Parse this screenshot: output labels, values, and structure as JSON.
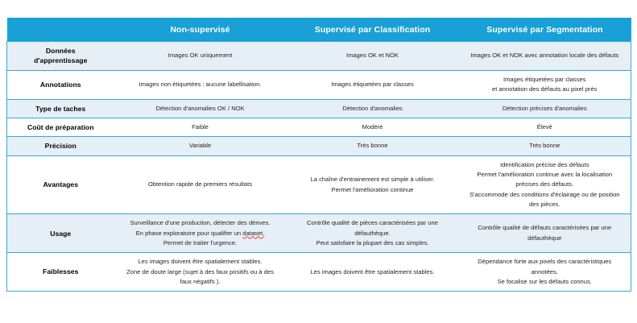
{
  "table": {
    "accent_color": "#18a0d7",
    "rule_color": "#34a9dd",
    "shade_color": "#e7eff6",
    "header": {
      "corner": "",
      "col1": "Non-supervisé",
      "col2": "Supervisé par Classification",
      "col3": "Supervisé par Segmentation"
    },
    "rows": [
      {
        "label_line1": "Données",
        "label_line2": "d'apprentissage",
        "col1": [
          "Images OK uniquement"
        ],
        "col2": [
          "Images OK et NOK"
        ],
        "col3": [
          "Images OK et NOK avec annotation locale des défauts"
        ]
      },
      {
        "label_line1": "Annotations",
        "label_line2": "",
        "col1": [
          "Images non étiquetées : aucune labellisation."
        ],
        "col2": [
          "Images étiquetées par classes"
        ],
        "col3": [
          "Images étiquetées par classes",
          "et annotation des défauts au pixel près"
        ]
      },
      {
        "label_line1": "Type de taches",
        "label_line2": "",
        "col1": [
          "Détection d'anomalies OK / NOK"
        ],
        "col2": [
          "Détection d'anomalies"
        ],
        "col3": [
          "Détection précises d'anomalies"
        ]
      },
      {
        "label_line1": "Coût de préparation",
        "label_line2": "",
        "col1": [
          "Faible"
        ],
        "col2": [
          "Modéré"
        ],
        "col3": [
          "Élevé"
        ]
      },
      {
        "label_line1": "Précision",
        "label_line2": "",
        "col1": [
          "Variable"
        ],
        "col2": [
          "Très bonne"
        ],
        "col3": [
          "Très bonne"
        ]
      },
      {
        "label_line1": "Avantages",
        "label_line2": "",
        "col1": [
          "Obtention rapide de premiers résultats"
        ],
        "col2": [
          "La chaîne d'entrainement est simple à utiliser.",
          "Permet l'amélioration continue"
        ],
        "col3": [
          "Identification précise des défauts",
          "Permet l'amélioration continue avec la localisation précises des défauts.",
          "S'accommode des conditions d'éclairage ou de position des pièces."
        ]
      },
      {
        "label_line1": "Usage",
        "label_line2": "",
        "col1": [
          "Surveillance d'une production, détecter des dérives.",
          "En phase exploratoire pour qualifier un dataset.",
          "Permet de traiter l'urgence."
        ],
        "col2": [
          "Contrôle qualité de pièces caractérisées par une défauthèque.",
          "Peut satisfaire la plupart des cas simples."
        ],
        "col3": [
          "Contrôle qualité de défauts caractérisées par une défauthèque"
        ],
        "col1_spell": "dataset."
      },
      {
        "label_line1": "Faiblesses",
        "label_line2": "",
        "col1": [
          "Les images doivent être spatialement stables.",
          "Zone de doute large (sujet à des faux positifs ou à des faux négatifs )."
        ],
        "col2": [
          "Les images doivent être spatialement stables."
        ],
        "col3": [
          "Dépendance forte aux pixels des caractéristiques annotées.",
          "Se focalise sur les défauts connus."
        ]
      }
    ]
  }
}
